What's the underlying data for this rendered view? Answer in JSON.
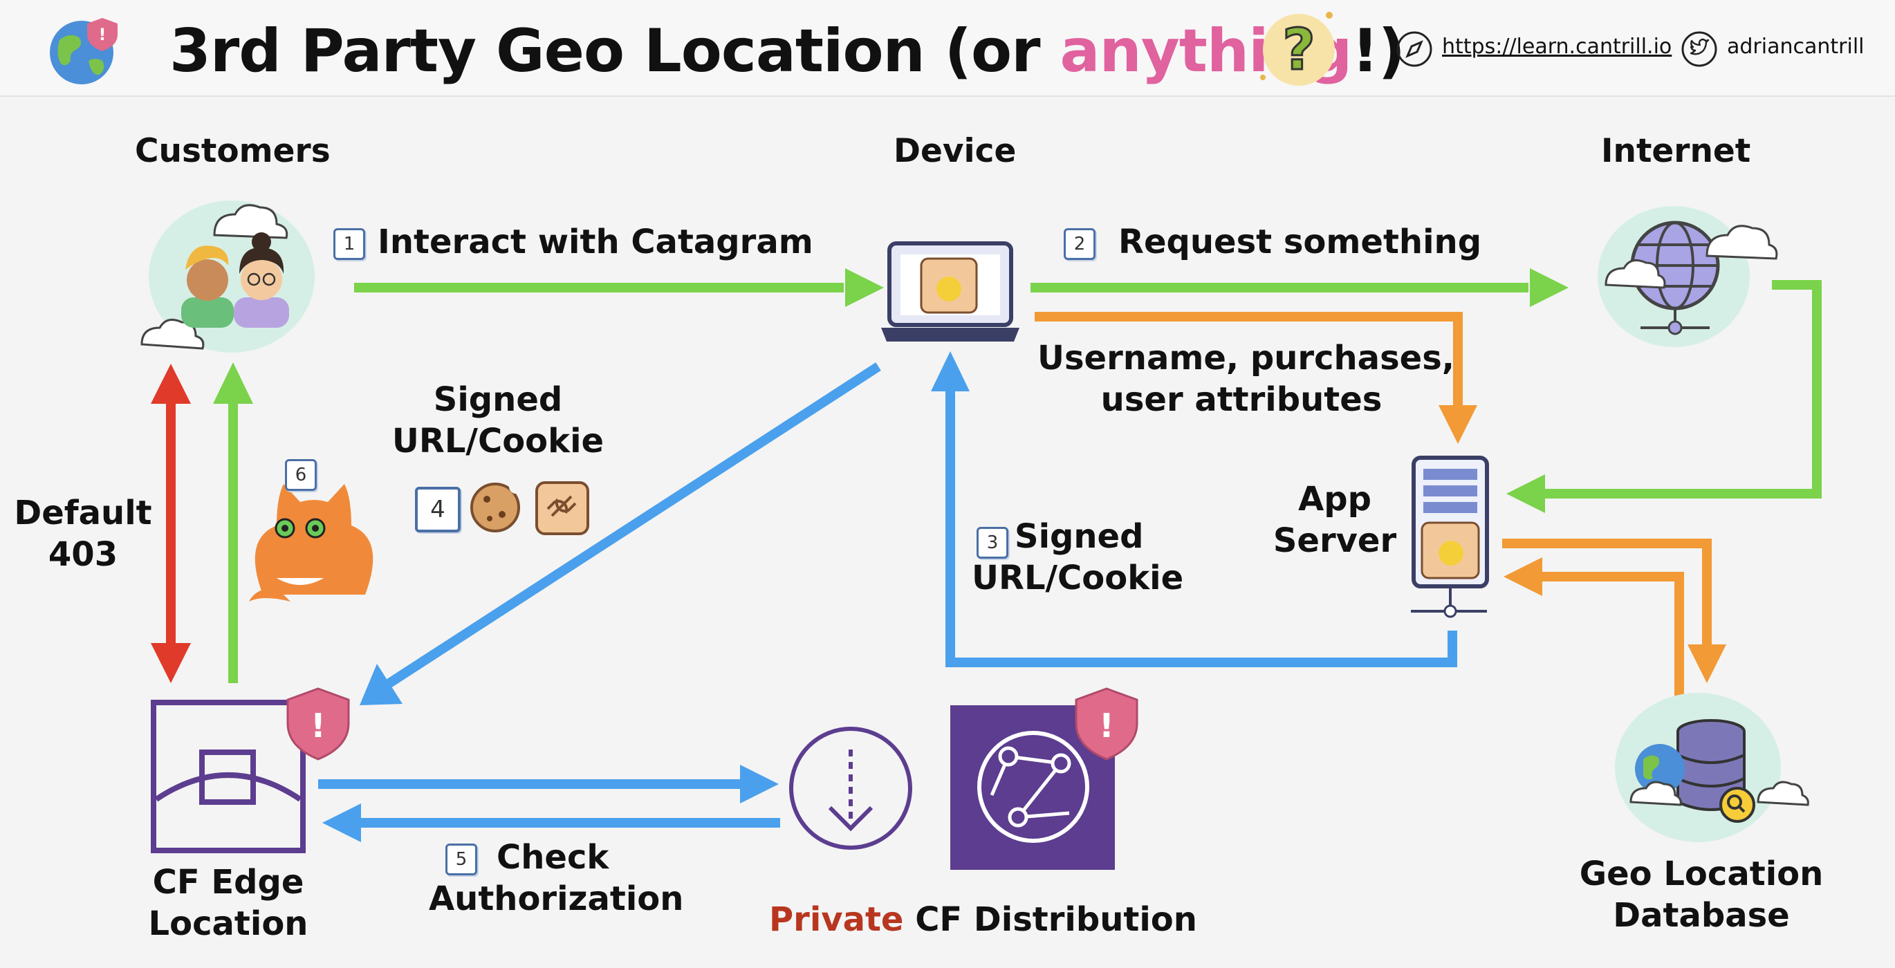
{
  "header": {
    "title_prefix": "3rd Party Geo Location (or ",
    "title_highlight": "anything",
    "title_suffix": "!)",
    "url": "https://learn.cantrill.io",
    "twitter": "adriancantrill"
  },
  "columns": {
    "customers": "Customers",
    "device": "Device",
    "internet": "Internet"
  },
  "steps": {
    "s1": {
      "num": "1",
      "label": "Interact with Catagram"
    },
    "s2": {
      "num": "2",
      "label": "Request something"
    },
    "s3": {
      "num": "3",
      "label_line1": "Signed",
      "label_line2": "URL/Cookie"
    },
    "s4": {
      "num": "4",
      "label_line1": "Signed",
      "label_line2": "URL/Cookie"
    },
    "s5": {
      "num": "5",
      "label_line1": "Check",
      "label_line2": "Authorization"
    },
    "s6": {
      "num": "6"
    }
  },
  "labels": {
    "user_data_line1": "Username, purchases,",
    "user_data_line2": "user attributes",
    "app_server_line1": "App",
    "app_server_line2": "Server",
    "default_line1": "Default",
    "default_line2": "403",
    "edge_line1": "CF Edge",
    "edge_line2": "Location",
    "dist_private": "Private",
    "dist_rest": " CF Distribution",
    "geo_line1": "Geo Location",
    "geo_line2": "Database"
  },
  "colors": {
    "green": "#7bd24b",
    "orange": "#f29a35",
    "blue": "#4aa0ec",
    "red": "#e03a2a",
    "purple": "#5c3d8f",
    "pink": "#e0629e"
  }
}
